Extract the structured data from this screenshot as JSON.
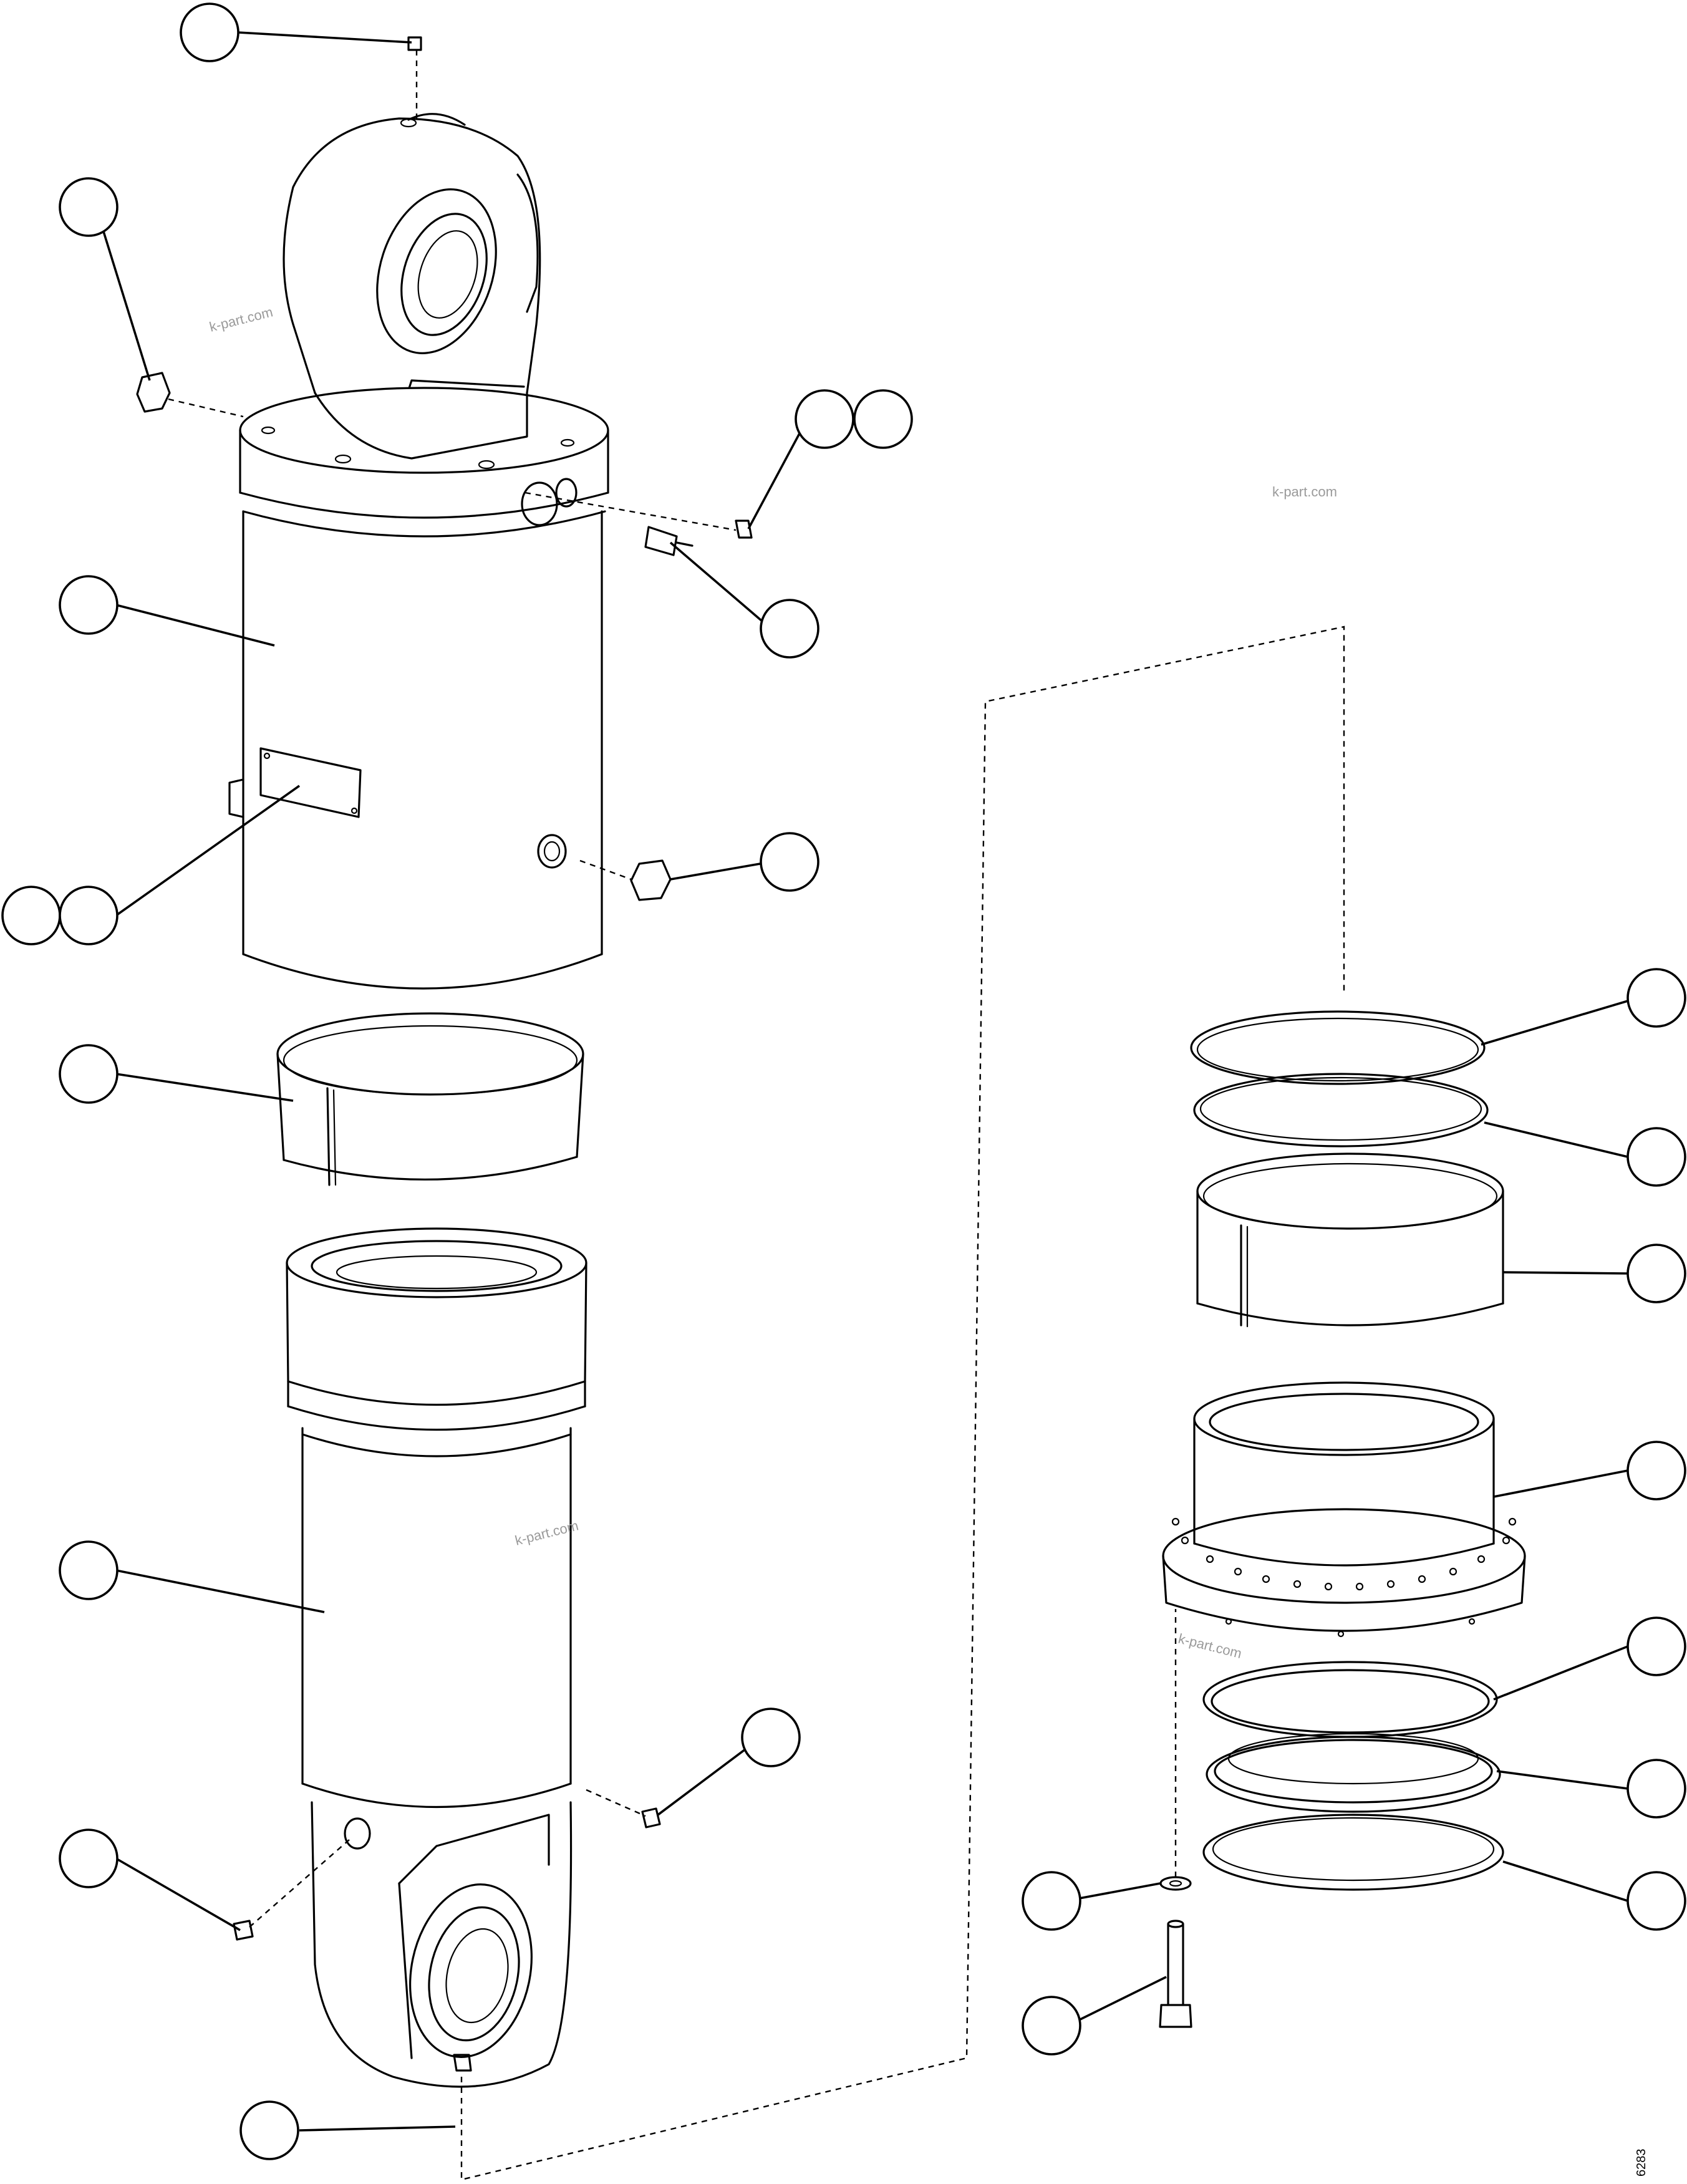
{
  "watermarks": {
    "text_1": "k-part.com",
    "text_2": "k-part.com",
    "text_3": "k-part.com",
    "text_4": "k-part.com"
  },
  "drawing_number": "6283",
  "callouts": [
    {
      "id": "c-grease-fitting-top",
      "label": ""
    },
    {
      "id": "c-plug-top-left",
      "label": ""
    },
    {
      "id": "c-fitting-a",
      "label": ""
    },
    {
      "id": "c-fitting-b",
      "label": ""
    },
    {
      "id": "c-cylinder-barrel",
      "label": ""
    },
    {
      "id": "c-adapter",
      "label": ""
    },
    {
      "id": "c-name-plate-a",
      "label": ""
    },
    {
      "id": "c-name-plate-b",
      "label": ""
    },
    {
      "id": "c-plug-side",
      "label": ""
    },
    {
      "id": "c-wear-band-left",
      "label": ""
    },
    {
      "id": "c-piston-rod",
      "label": ""
    },
    {
      "id": "c-grease-fitting-rod",
      "label": ""
    },
    {
      "id": "c-fitting-rod-left",
      "label": ""
    },
    {
      "id": "c-fitting-rod-bottom",
      "label": ""
    },
    {
      "id": "c-seal-ring-1",
      "label": ""
    },
    {
      "id": "c-seal-ring-2",
      "label": ""
    },
    {
      "id": "c-wear-band-right",
      "label": ""
    },
    {
      "id": "c-gland",
      "label": ""
    },
    {
      "id": "c-seal-ring-3",
      "label": ""
    },
    {
      "id": "c-seal-ring-4",
      "label": ""
    },
    {
      "id": "c-seal-ring-5",
      "label": ""
    },
    {
      "id": "c-washer",
      "label": ""
    },
    {
      "id": "c-bolt",
      "label": ""
    }
  ]
}
